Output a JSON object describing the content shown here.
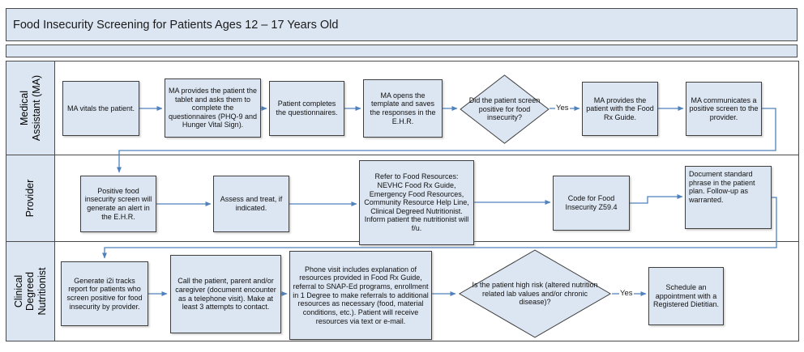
{
  "title": "Food Insecurity Screening for Patients Ages 12 – 17 Years Old",
  "colors": {
    "fill_light_blue": "#dce6f2",
    "node_border": "#3f3f3f",
    "lane_border": "#4a4a4a",
    "arrow_blue": "#4f81bd",
    "text": "#111111"
  },
  "lanes": [
    {
      "id": "ma",
      "label": "Medical\nAssistant (MA)"
    },
    {
      "id": "provider",
      "label": "Provider"
    },
    {
      "id": "nutritionist",
      "label": "Clinical\nDegreed\nNutritionist"
    }
  ],
  "nodes": {
    "ma1": {
      "type": "process",
      "text": "MA vitals the patient."
    },
    "ma2": {
      "type": "process",
      "text": "MA provides the patient the tablet and asks them to complete the questionnaires (PHQ-9 and Hunger Vital Sign)."
    },
    "ma3": {
      "type": "process",
      "text": "Patient completes the questionnaires."
    },
    "ma4": {
      "type": "process",
      "text": "MA opens the template and saves the responses in the E.H.R."
    },
    "d1": {
      "type": "decision",
      "text": "Did the patient screen positive for food insecurity?"
    },
    "ma5": {
      "type": "process",
      "text": "MA provides the patient with the Food Rx Guide."
    },
    "ma6": {
      "type": "process",
      "text": "MA communicates a positive screen to the provider."
    },
    "p1": {
      "type": "process",
      "text": "Positive food insecurity screen will generate an alert in the E.H.R."
    },
    "p2": {
      "type": "process",
      "text": "Assess and treat, if indicated."
    },
    "p3": {
      "type": "process",
      "text": "Refer to Food Resources: NEVHC Food Rx Guide, Emergency Food Resources, Community Resource Help Line, Clinical Degreed Nutritionist. Inform patient the nutritionist will f/u."
    },
    "p4": {
      "type": "process",
      "text": "Code for Food Insecurity Z59.4"
    },
    "p5": {
      "type": "process",
      "text": "Document standard phrase in the patient plan. Follow-up as warranted."
    },
    "n1": {
      "type": "process",
      "text": "Generate i2i tracks report for patients who screen positive for food insecurity by provider."
    },
    "n2": {
      "type": "process",
      "text": "Call the patient, parent and/or caregiver (document encounter as a telephone visit). Make at least 3 attempts to contact."
    },
    "n3": {
      "type": "process",
      "text": "Phone visit includes explanation of resources provided in Food Rx Guide, referral to SNAP-Ed programs, enrollment in 1 Degree to make referrals to additional resources as necessary (food, material conditions, etc.). Patient will receive resources via text or e-mail."
    },
    "d2": {
      "type": "decision",
      "text": "Is the patient high risk (altered nutrition related lab values and/or chronic disease)?"
    },
    "n4": {
      "type": "process",
      "text": "Schedule an appointment with a Registered Dietitian."
    }
  },
  "edge_labels": {
    "d1_yes": "Yes",
    "d2_yes": "Yes"
  }
}
